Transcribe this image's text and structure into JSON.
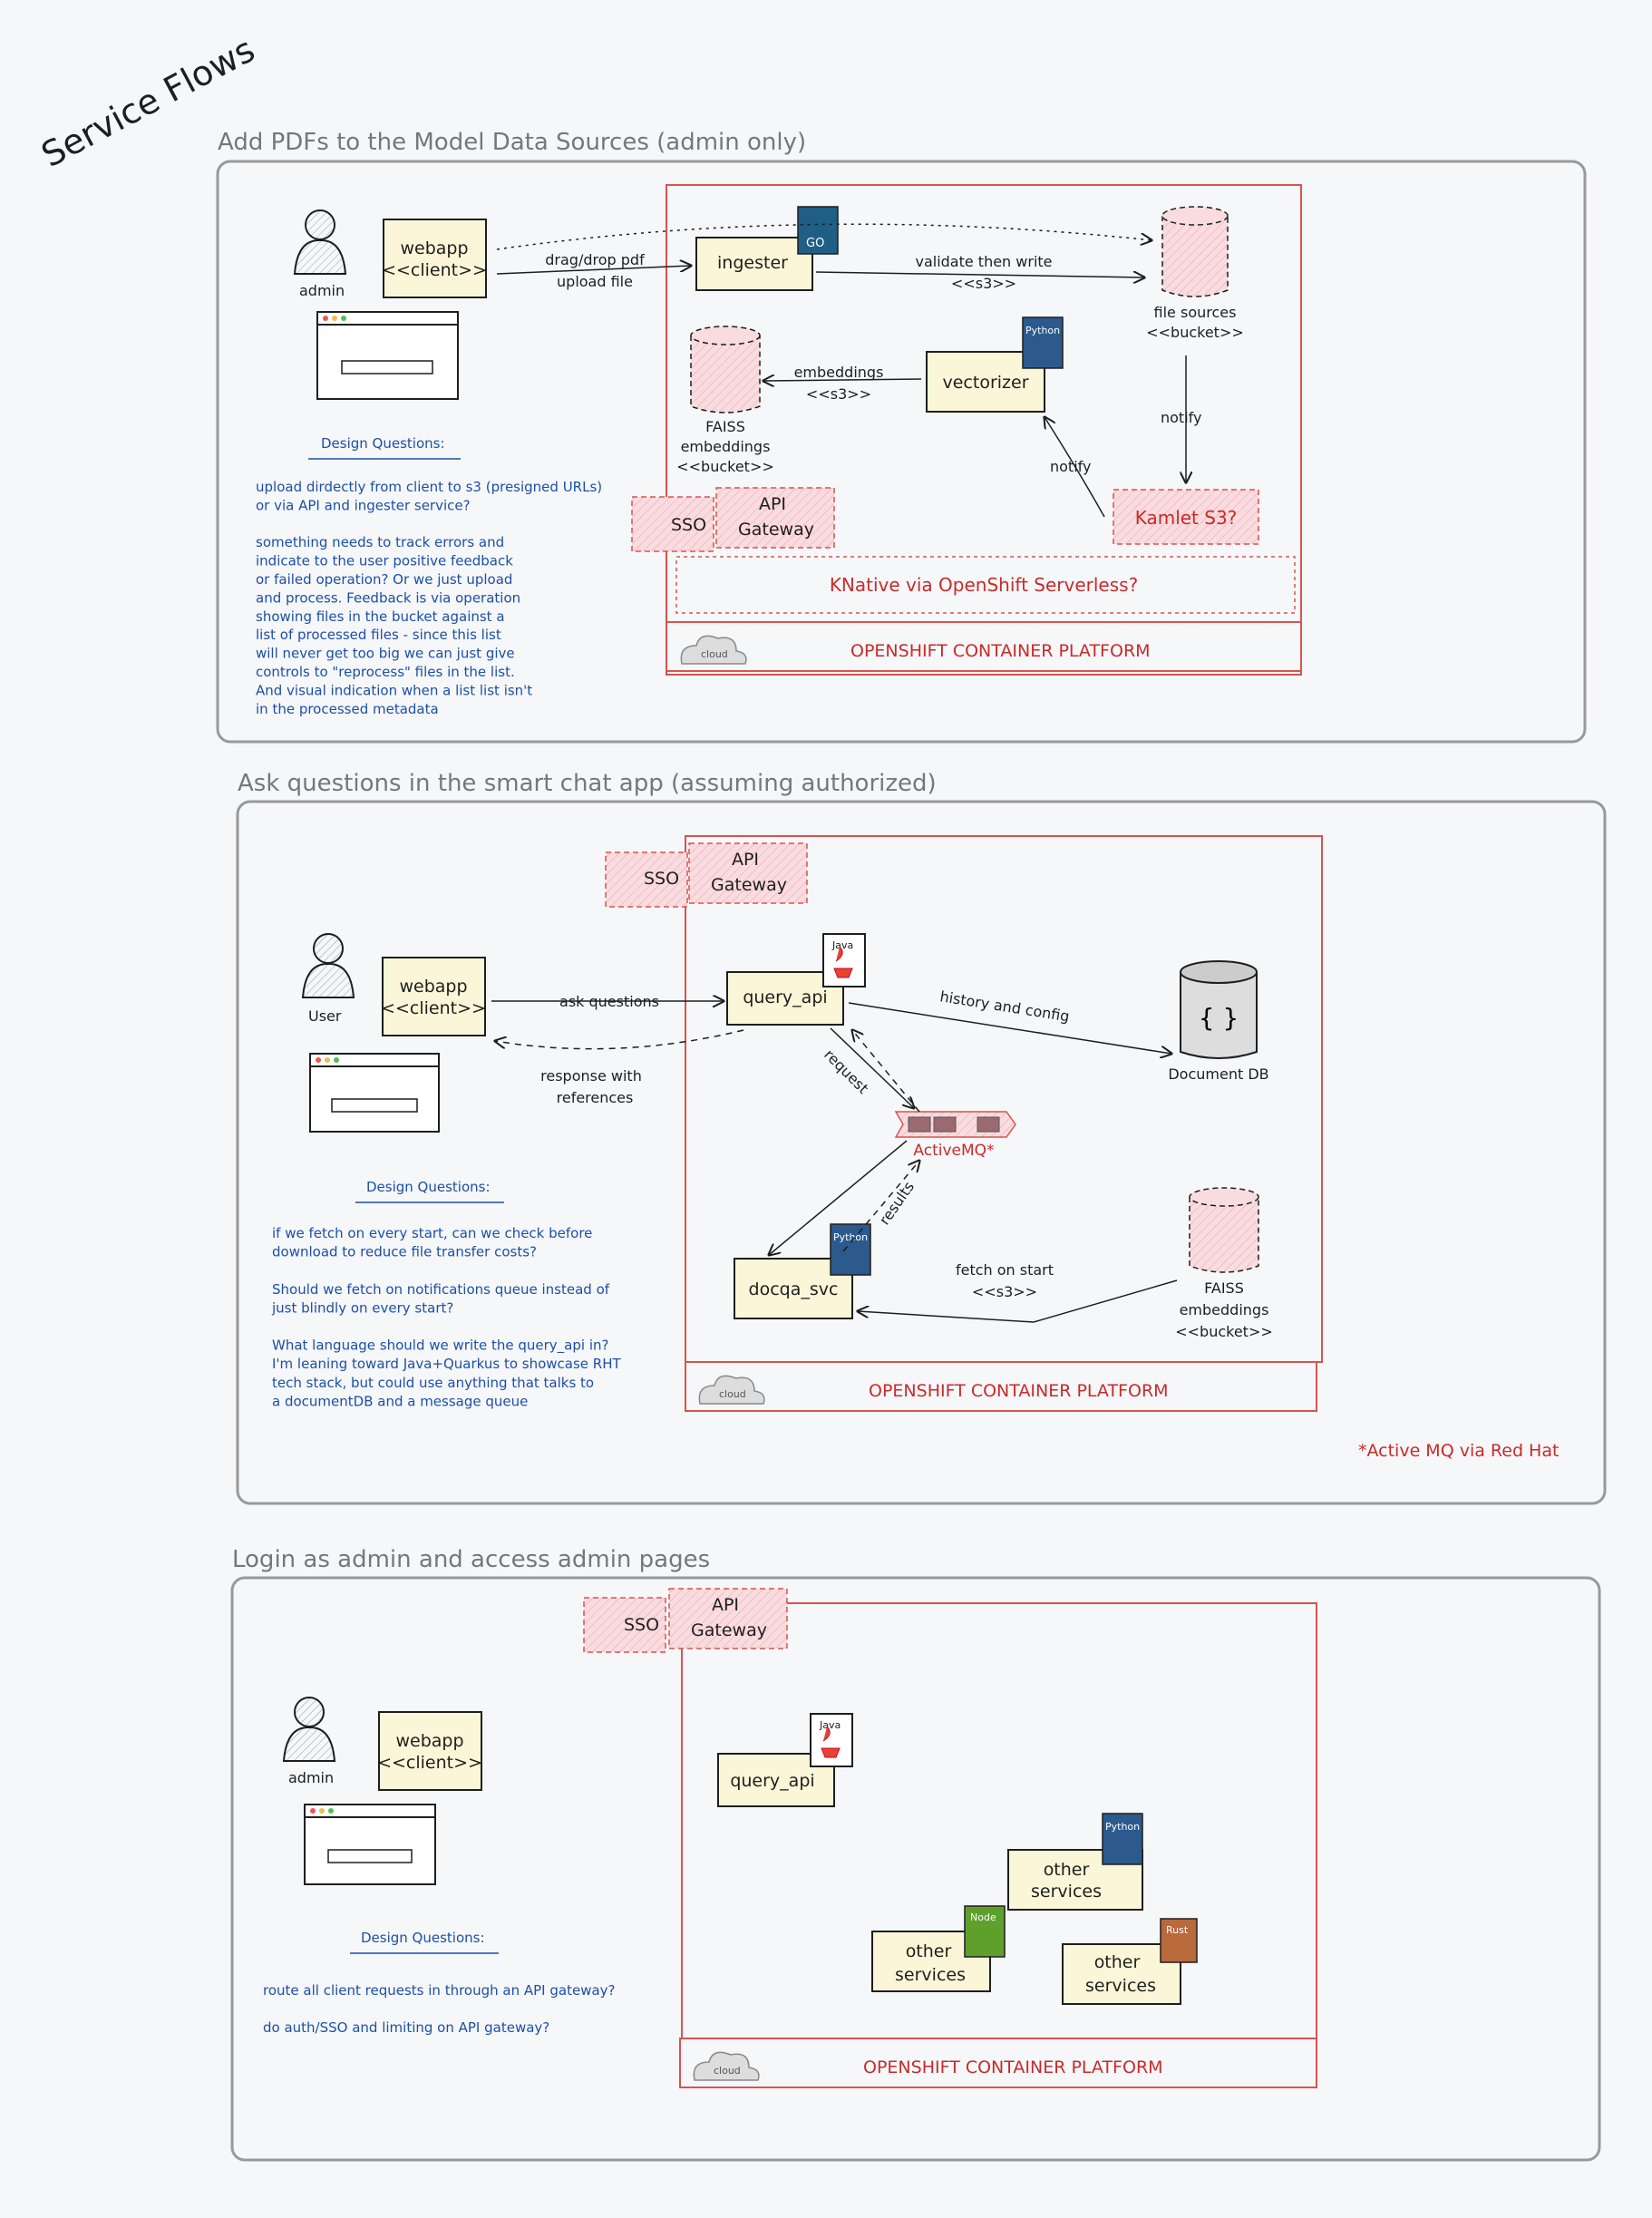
{
  "page_title": "Service Flows",
  "sections": [
    {
      "title": "Add PDFs to the Model Data Sources (admin only)",
      "actor": "admin",
      "client": [
        "webapp",
        "<<client>>"
      ],
      "upload_label": [
        "drag/drop pdf",
        "upload file"
      ],
      "ingester": "ingester",
      "ingester_badge": "GO",
      "validate_label": [
        "validate then write",
        "<<s3>>"
      ],
      "file_sources": [
        "file sources",
        "<<bucket>>"
      ],
      "notify_1": "notify",
      "notify_2": "notify",
      "vectorizer": "vectorizer",
      "vectorizer_badge": "Python",
      "embeddings_label": [
        "embeddings",
        "<<s3>>"
      ],
      "faiss": [
        "FAISS",
        "embeddings",
        "<<bucket>>"
      ],
      "kamlet": "Kamlet S3?",
      "sso": "SSO",
      "api_gateway": [
        "API",
        "Gateway"
      ],
      "knative": "KNative via OpenShift Serverless?",
      "cloud": "cloud",
      "platform": "OPENSHIFT CONTAINER PLATFORM",
      "design_questions_title": "Design Questions:",
      "design_questions": [
        "upload dirdectly from client to s3 (presigned URLs)",
        "or via API and ingester service?",
        "",
        "something needs to track errors and",
        "indicate to the user positive feedback",
        "or failed operation? Or we just upload",
        "and process. Feedback is via operation",
        "showing files in the bucket against a",
        "list of processed files - since this list",
        "will never get too big we can just give",
        "controls to \"reprocess\" files in the list.",
        "And visual indication when a list list isn't",
        "in the processed metadata"
      ]
    },
    {
      "title": "Ask questions in the smart chat app (assuming authorized)",
      "actor": "User",
      "client": [
        "webapp",
        "<<client>>"
      ],
      "ask_label": "ask questions",
      "response_label": [
        "response with",
        "references"
      ],
      "query_api": "query_api",
      "query_badge": "Java",
      "history_label": "history and config",
      "document_db": "Document DB",
      "db_icon": "{ }",
      "request_label": "request",
      "activemq": "ActiveMQ*",
      "results_label": "results",
      "docqa": "docqa_svc",
      "docqa_badge": "Python",
      "fetch_label": [
        "fetch on start",
        "<<s3>>"
      ],
      "faiss": [
        "FAISS",
        "embeddings",
        "<<bucket>>"
      ],
      "sso": "SSO",
      "api_gateway": [
        "API",
        "Gateway"
      ],
      "cloud": "cloud",
      "platform": "OPENSHIFT CONTAINER PLATFORM",
      "footnote": "*Active MQ via Red Hat",
      "design_questions_title": "Design Questions:",
      "design_questions": [
        "if we fetch on every start, can we check before",
        "download to reduce file transfer costs?",
        "",
        "Should we fetch on notifications queue instead of",
        "just blindly on every start?",
        "",
        "What language should we write the query_api in?",
        "I'm leaning toward Java+Quarkus to showcase RHT",
        "tech stack, but could use anything that talks to",
        "a documentDB and a message queue"
      ]
    },
    {
      "title": "Login as admin and access admin pages",
      "actor": "admin",
      "client": [
        "webapp",
        "<<client>>"
      ],
      "query_api": "query_api",
      "query_badge": "Java",
      "other_services_1": [
        "other",
        "services"
      ],
      "other_services_2": [
        "other",
        "services"
      ],
      "other_services_3": [
        "other",
        "services"
      ],
      "badge_python": "Python",
      "badge_node": "Node",
      "badge_rust": "Rust",
      "sso": "SSO",
      "api_gateway": [
        "API",
        "Gateway"
      ],
      "cloud": "cloud",
      "platform": "OPENSHIFT CONTAINER PLATFORM",
      "design_questions_title": "Design Questions:",
      "design_questions": [
        "route all client requests in through an API gateway?",
        "",
        "do auth/SSO and limiting on API gateway?"
      ]
    }
  ],
  "colors": {
    "box_fill": "#fcf6d8",
    "pink_fill": "#f9dcdf",
    "platform_red": "#d9534f",
    "question_blue": "#1c4fa8",
    "go_badge": "#1f5f86",
    "python_badge": "#2c5a8c",
    "node_badge": "#5fa02c",
    "rust_badge": "#b86a3c"
  }
}
